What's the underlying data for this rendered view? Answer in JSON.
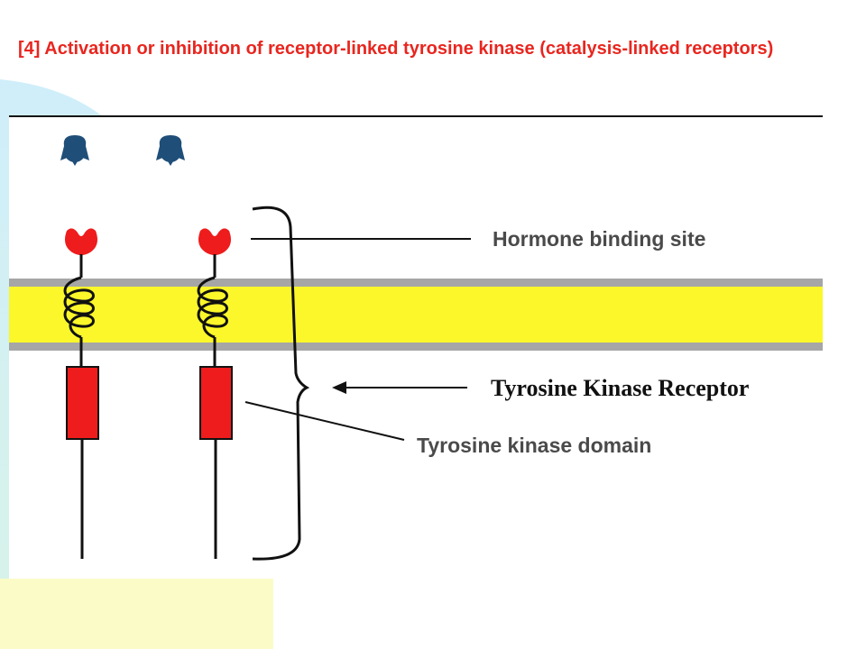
{
  "slide": {
    "title": "[4] Activation or inhibition of receptor-linked tyrosine kinase (catalysis-linked receptors)"
  },
  "diagram": {
    "labels": {
      "hormone_binding_site": "Hormone binding site",
      "tyrosine_kinase_receptor": "Tyrosine Kinase Receptor",
      "tyrosine_kinase_domain": "Tyrosine kinase domain"
    },
    "colors": {
      "title": "#e8261f",
      "hormone": "#1f4e79",
      "receptor_red": "#ee1c1c",
      "membrane_yellow": "#fbf72a",
      "membrane_grey": "#a6a6a6",
      "label_grey": "#4a4a4a"
    },
    "receptor_count": 2,
    "hormone_count": 2
  }
}
